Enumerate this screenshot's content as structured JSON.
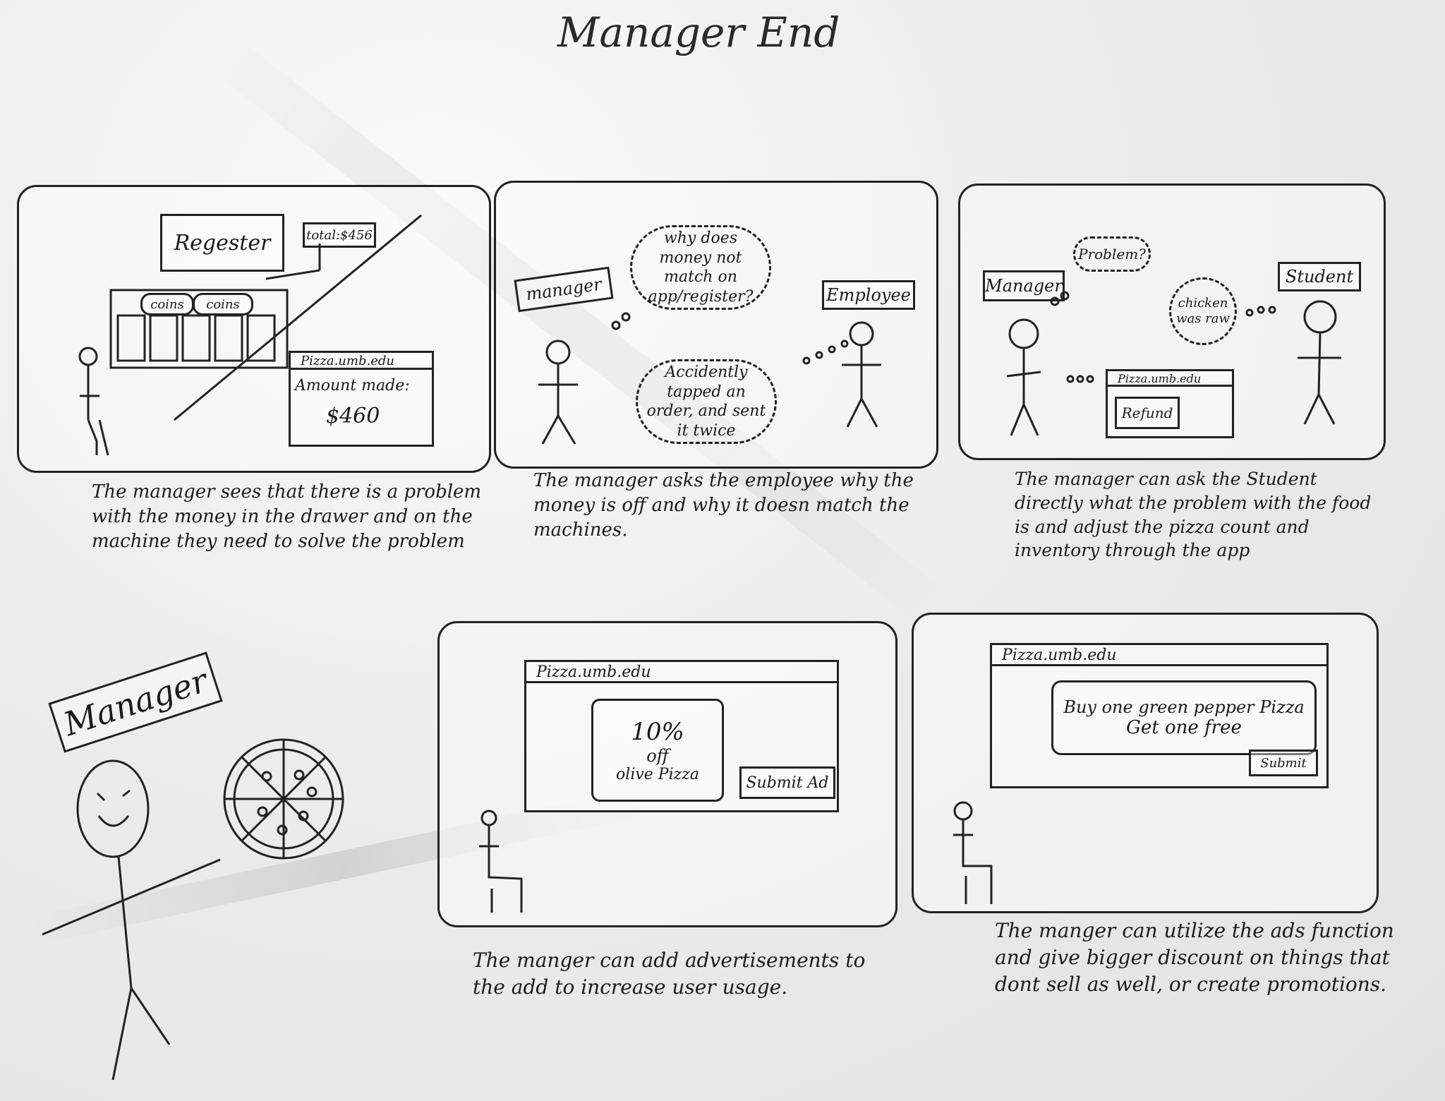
{
  "title": "Manager End",
  "panels": {
    "p1": {
      "register": "Regester",
      "total": "total:$456",
      "coins": [
        "coins",
        "coins"
      ],
      "window_bar": "Pizza.umb.edu",
      "amount_label": "Amount made:",
      "amount_value": "$460"
    },
    "p2": {
      "manager": "manager",
      "employee": "Employee",
      "thought": "why does money not match on app/register?",
      "reply": "Accidently tapped an order, and sent it twice"
    },
    "p3": {
      "manager": "Manager",
      "student": "Student",
      "problem": "Problem?",
      "reply": "chicken was raw",
      "window_bar": "Pizza.umb.edu",
      "refund": "Refund"
    },
    "p4": {
      "window_bar": "Pizza.umb.edu",
      "ad_line1": "10%",
      "ad_line2": "off",
      "ad_line3": "olive Pizza",
      "submit": "Submit Ad"
    },
    "p5": {
      "window_bar": "Pizza.umb.edu",
      "ad_line1": "Buy one green pepper Pizza",
      "ad_line2": "Get one free",
      "submit": "Submit"
    }
  },
  "captions": {
    "c1": "The manager sees that there is a problem with the money in the drawer and on the machine they need to solve the problem",
    "c2": "The manager asks the employee why the money is off and why it doesn match the machines.",
    "c3": "The manager can ask the Student directly what the problem with the food is and adjust the pizza count and inventory through the app",
    "c4": "The manger can add advertisements to the add to increase user usage.",
    "c5": "The manger can utilize the ads function and give bigger discount on things that dont sell as well, or create promotions."
  },
  "manager_label": "Manager"
}
